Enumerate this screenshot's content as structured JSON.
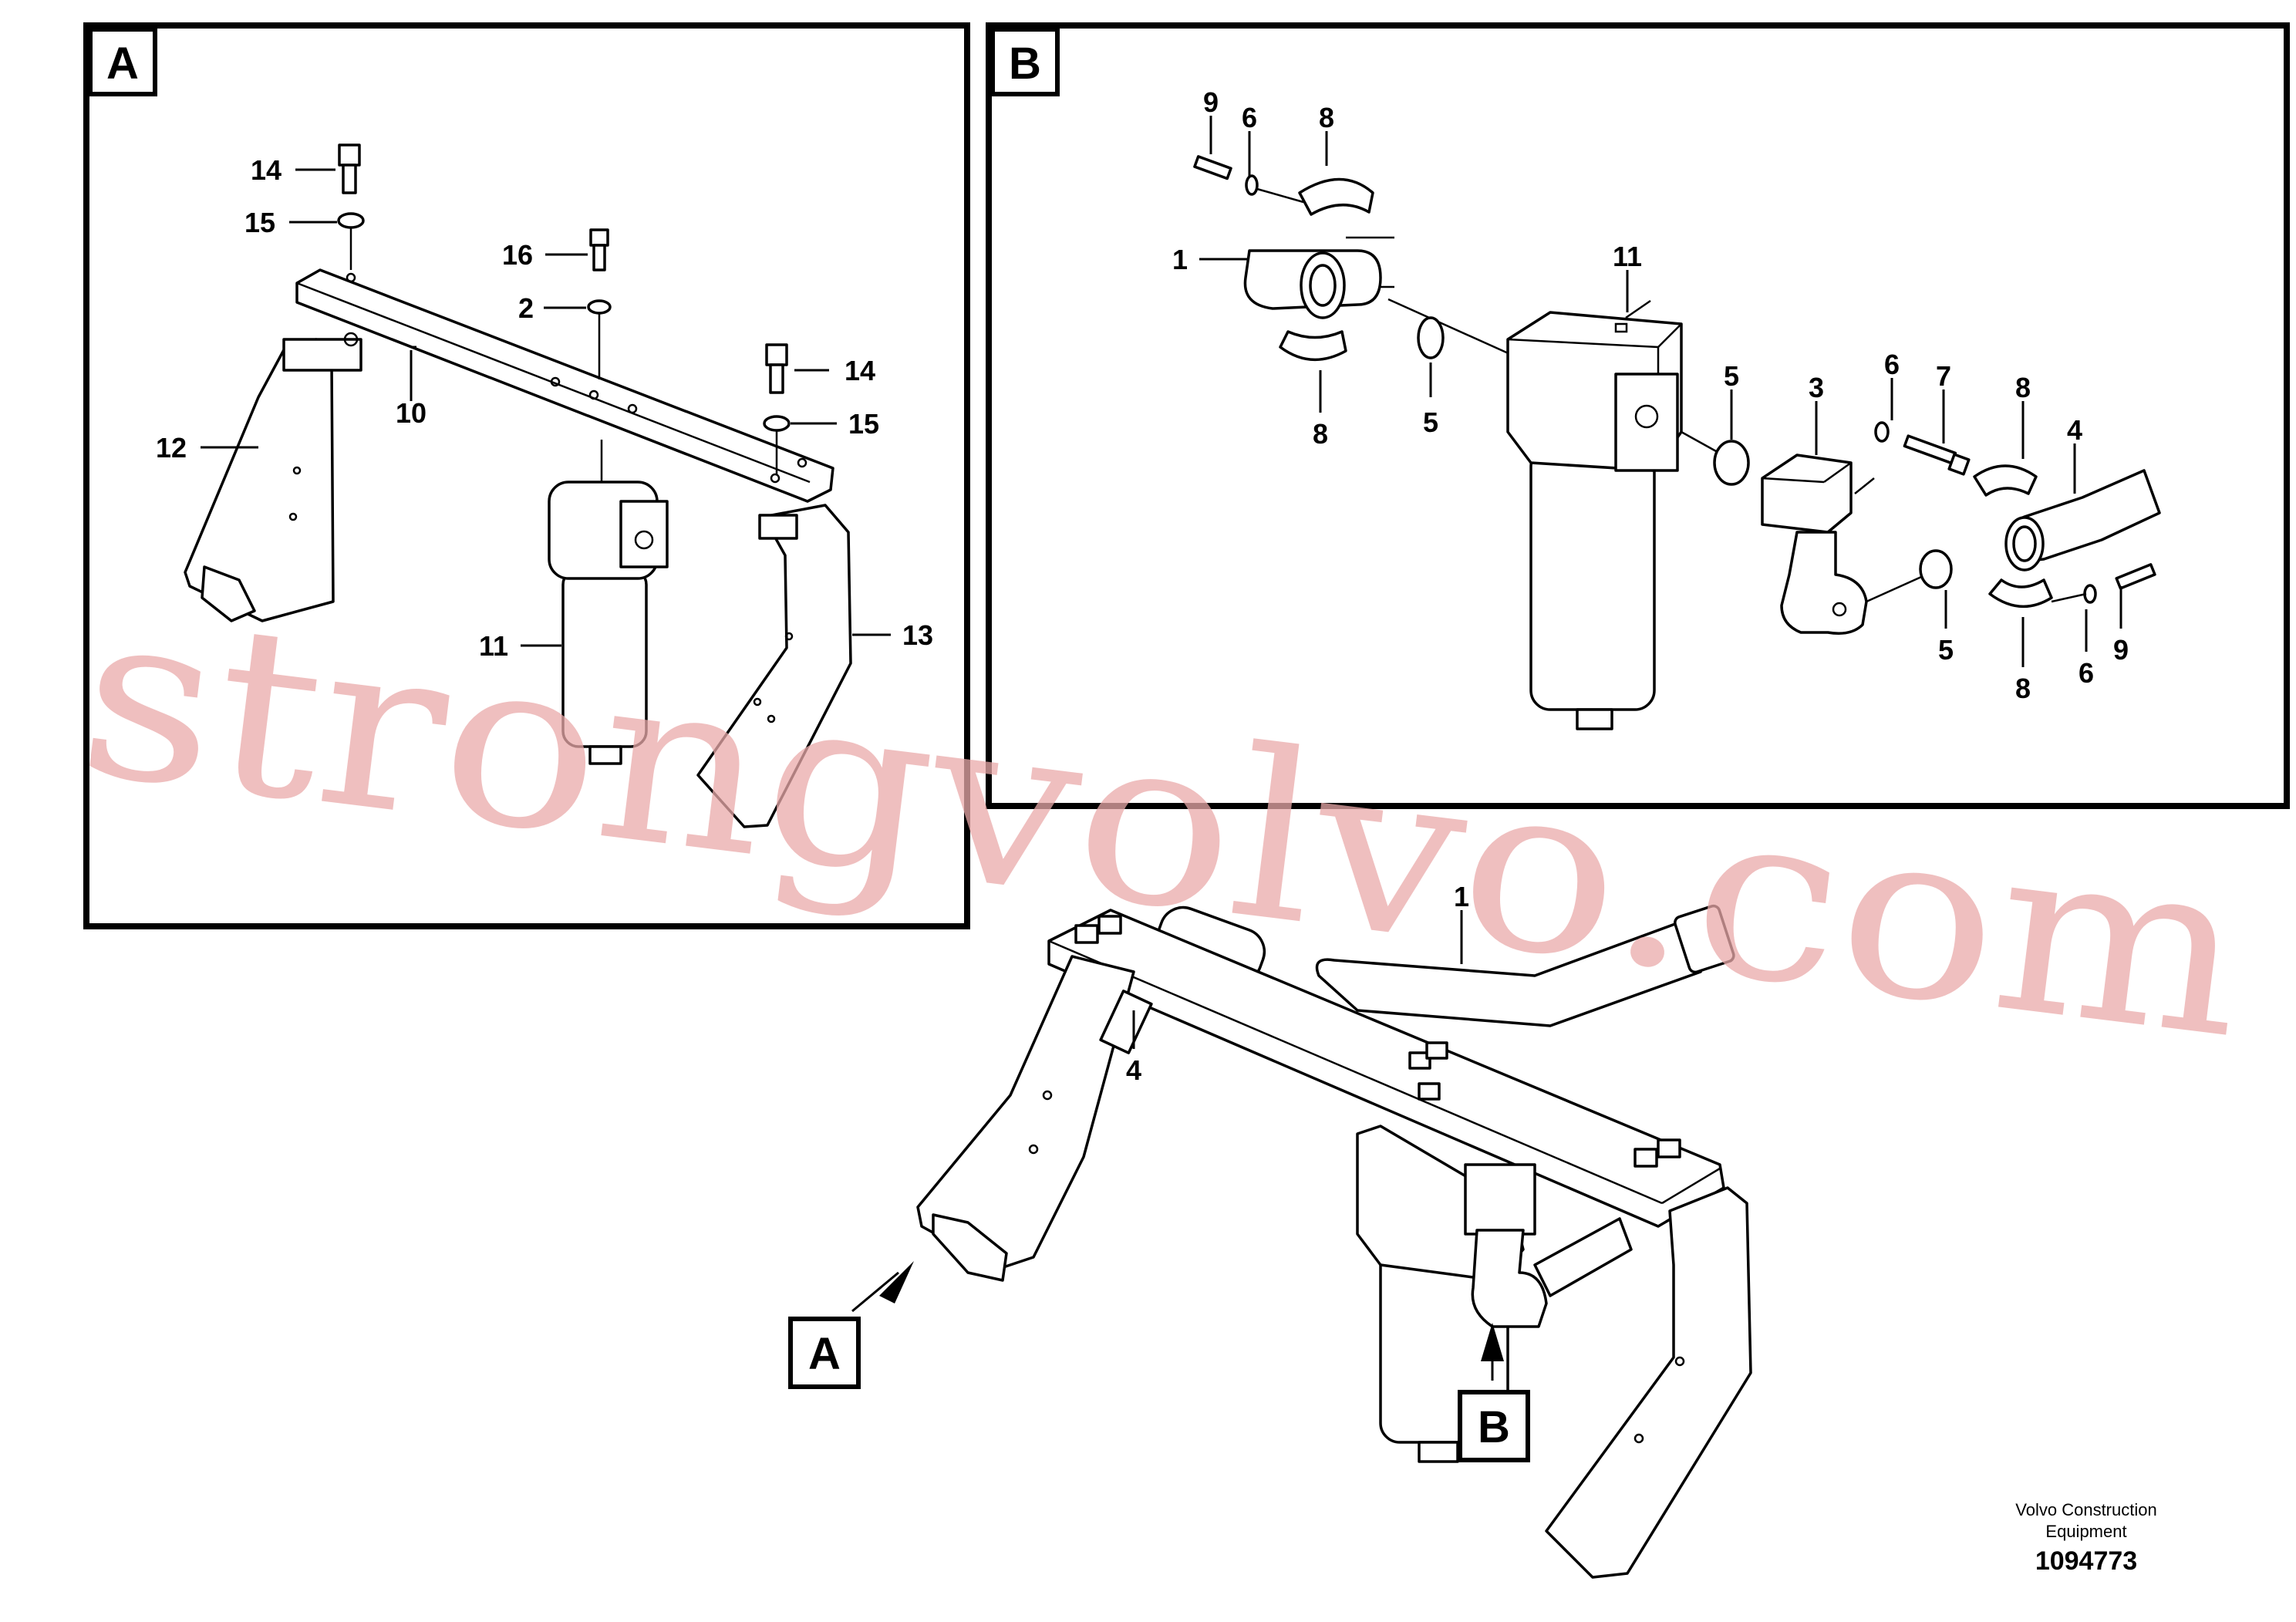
{
  "panels": {
    "a": {
      "letter": "A"
    },
    "b": {
      "letter": "B"
    }
  },
  "callouts_a": [
    "14",
    "15",
    "16",
    "2",
    "10",
    "14",
    "15",
    "12",
    "11",
    "13"
  ],
  "callouts_b": [
    "9",
    "6",
    "8",
    "1",
    "8",
    "5",
    "11",
    "5",
    "3",
    "6",
    "7",
    "8",
    "4",
    "5",
    "8",
    "6",
    "9"
  ],
  "callouts_main": [
    "1",
    "4"
  ],
  "pointers": {
    "a": "A",
    "b": "B"
  },
  "watermark": "strongvolvo.com",
  "footer": {
    "company_line1": "Volvo Construction",
    "company_line2": "Equipment",
    "drawing_number": "1094773"
  }
}
